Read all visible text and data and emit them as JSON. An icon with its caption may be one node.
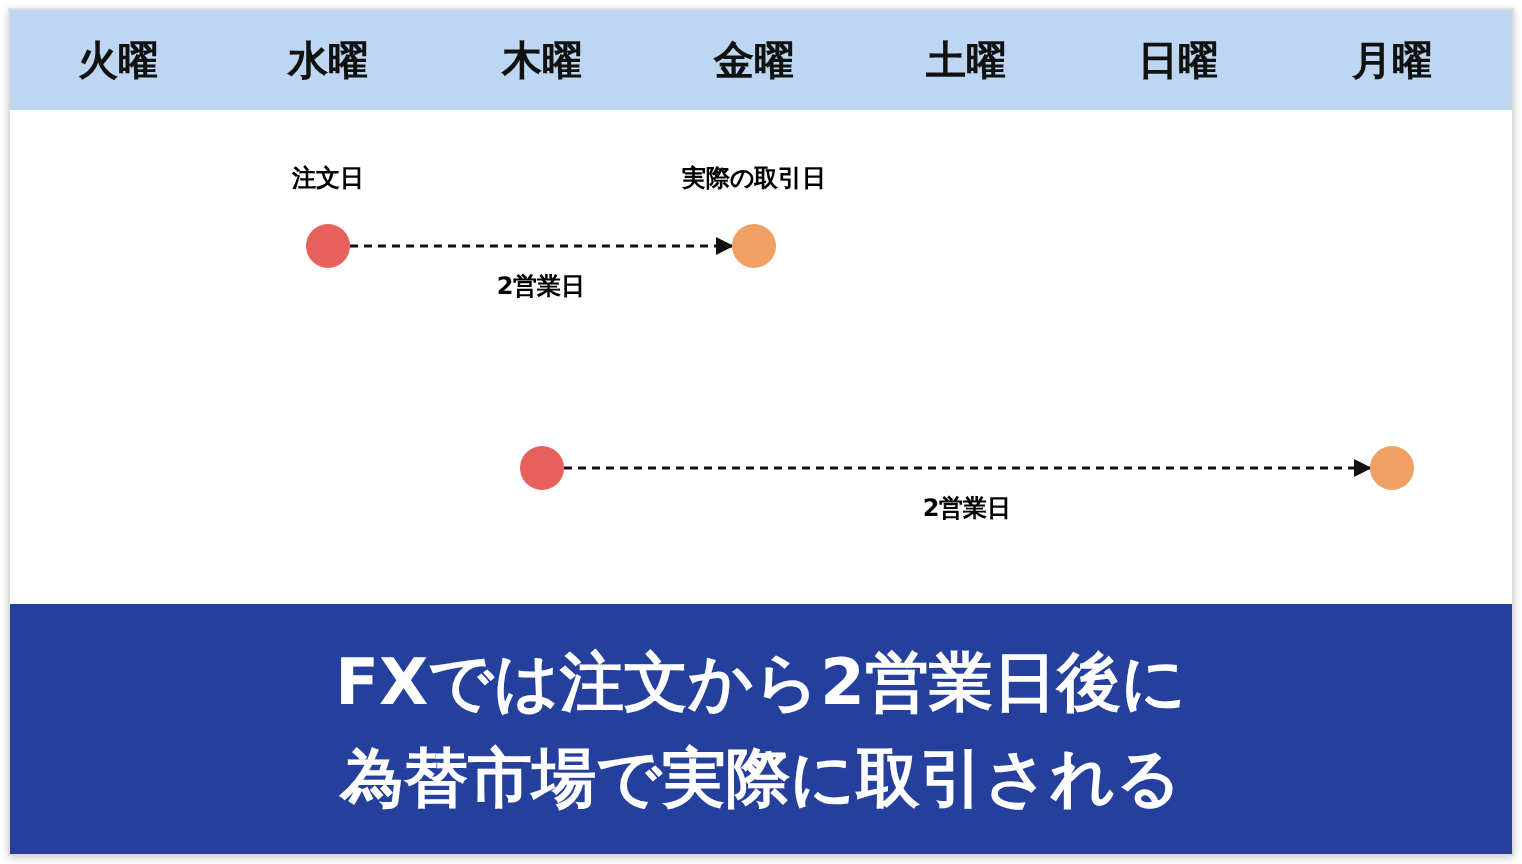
{
  "diagram": {
    "caption": "FXでは注文から2営業日後に為替市場で実際に取引される",
    "nodes": [
      {
        "text": [],
        "shape": "circle",
        "beside": [
          "注文日"
        ]
      },
      {
        "text": [],
        "shape": "circle",
        "beside": [
          "実際の取引日"
        ]
      },
      {
        "text": [],
        "shape": "circle"
      },
      {
        "text": [],
        "shape": "circle"
      }
    ],
    "edges": [
      {
        "from": 0,
        "to": 1,
        "arrow": "to",
        "style": "dashed",
        "label": "2営業日"
      },
      {
        "from": 2,
        "to": 3,
        "arrow": "to",
        "style": "dashed",
        "label": "2営業日"
      }
    ],
    "labels": [
      "火曜",
      "水曜",
      "木曜",
      "金曜",
      "土曜",
      "日曜",
      "月曜"
    ]
  }
}
